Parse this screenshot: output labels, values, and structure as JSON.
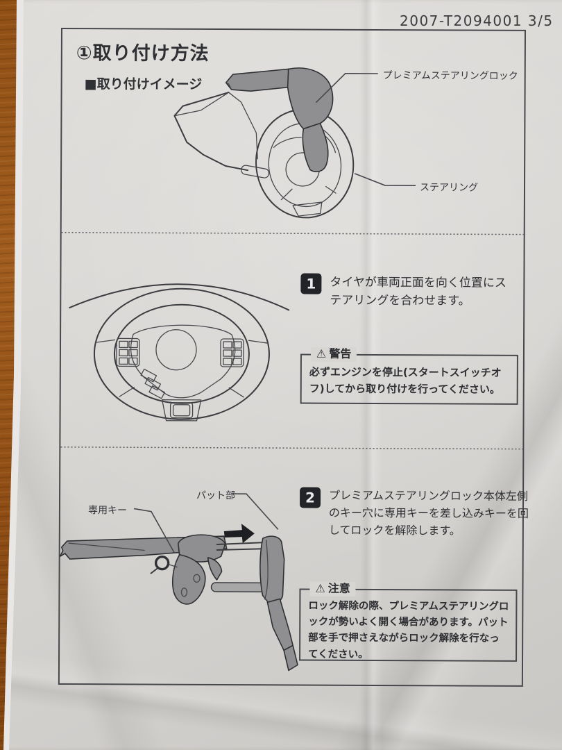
{
  "header": {
    "page_code": "2007-T2094001 3/5",
    "title": "①取り付け方法",
    "subtitle": "■取り付けイメージ"
  },
  "diagram_top": {
    "lock_label": "プレミアムステアリングロック",
    "steering_label": "ステアリング"
  },
  "step1": {
    "number": "1",
    "text": "タイヤが車両正面を向く位置にステアリングを合わせます。",
    "warning": {
      "icon": "⚠",
      "title": "警告",
      "text": "必ずエンジンを停止(スタートスイッチオフ)してから取り付けを行ってください。"
    }
  },
  "step2": {
    "number": "2",
    "text": "プレミアムステアリングロック本体左側のキー穴に専用キーを差し込みキーを回してロックを解除します。",
    "pad_label": "パット部",
    "key_label": "専用キー",
    "caution": {
      "icon": "⚠",
      "title": "注意",
      "text": "ロック解除の際、プレミアムステアリングロックが勢いよく開く場合があります。パット部を手で押さえながらロック解除を行なってください。"
    }
  },
  "colors": {
    "paper": "#d8d6d3",
    "ink": "#3b3c40",
    "wood": "#96541a",
    "diagram_gray": "#8f8f91"
  }
}
